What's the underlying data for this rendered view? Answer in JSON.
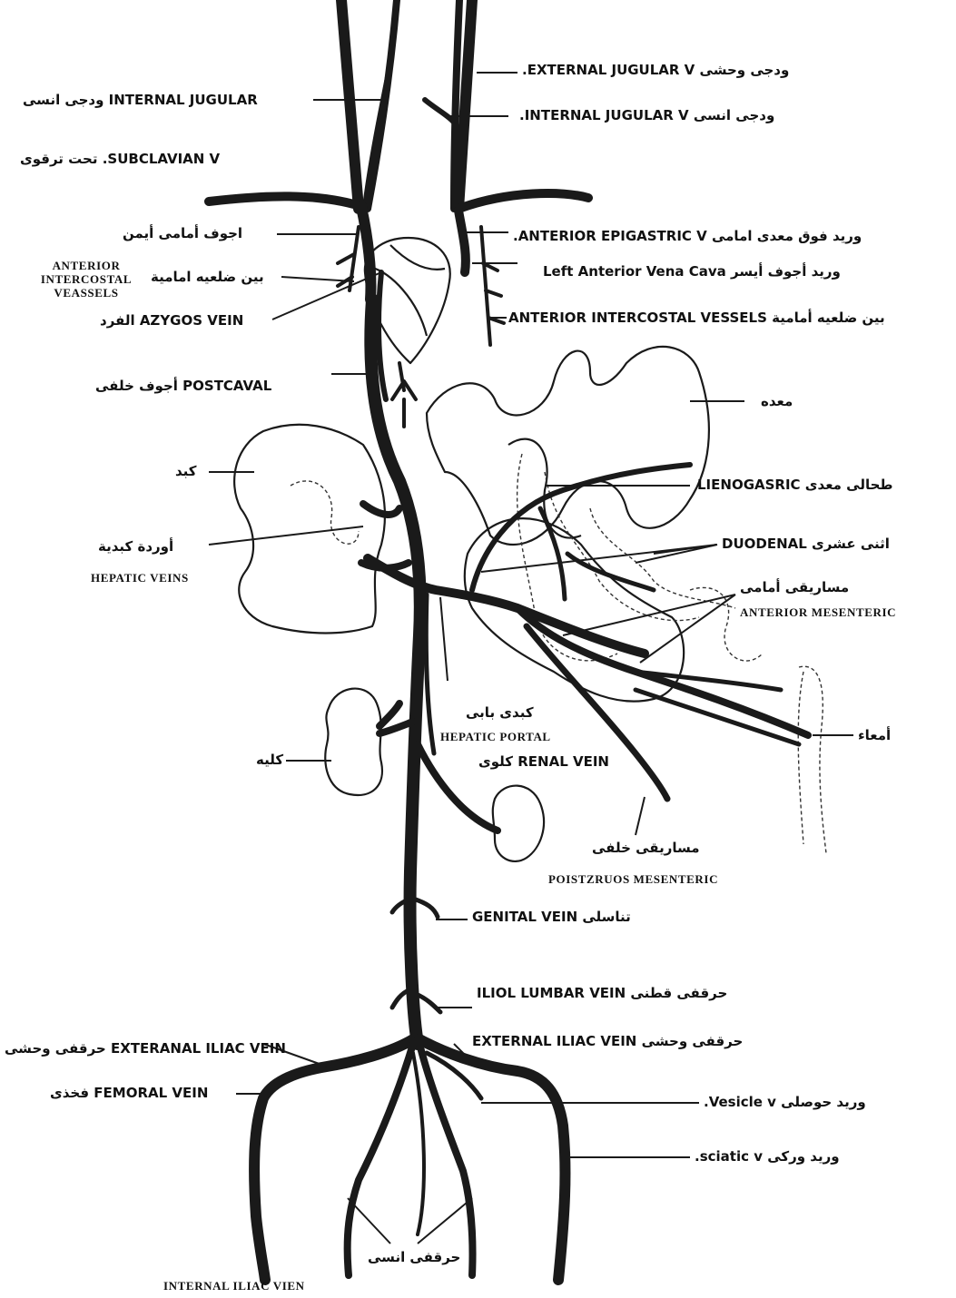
{
  "labels": {
    "external_jugular_right": "ودجی وحشی EXTERNAL JUGULAR V.",
    "internal_jugular_left": "INTERNAL JUGULAR ودجی انسی",
    "internal_jugular_right": "ودجی انسی INTERNAL JUGULAR V.",
    "subclavian": "SUBCLAVIAN V. تحت ترقوی",
    "anterior_vena_cava_right": "اجوف أمامی أیمن",
    "anterior_epigastric": "ورید فوق معدی امامی ANTERIOR EPIGASTRIC V.",
    "left_anterior_vena_cava": "ورید أجوف أیسر Left Anterior Vena Cava",
    "anterior_intercostal_en": "ANTERIOR INTERCOSTAL VEASSELS",
    "anterior_intercostal_ar": "بین ضلعیه امامیة",
    "azygos": "AZYGOS VEIN الفرد",
    "anterior_intercostal_vessels_right": "بین ضلعیه أمامیة ANTERIOR INTERCOSTAL VESSELS",
    "postcaval": "POSTCAVAL أجوف خلفی",
    "stomach": "معده",
    "liver": "کبد",
    "lienogastric": "طحالی معدی LIENOGASRIC",
    "hepatic_veins_ar": "أوردة کبدیة",
    "hepatic_veins_en": "HEPATIC VEINS",
    "duodenal": "اثنی عشری DUODENAL",
    "anterior_mesenteric_ar": "مساریقی أمامی",
    "anterior_mesenteric_en": "ANTERIOR MESENTERIC",
    "hepatic_portal_ar": "کبدی بابی",
    "hepatic_portal_en": "HEPATIC PORTAL",
    "intestines": "أمعاء",
    "kidney": "کلیه",
    "renal_vein": "RENAL VEIN کلوی",
    "posterior_mesenteric_ar": "مساریقی خلفی",
    "posterior_mesenteric_en": "POISTZRUOS MESENTERIC",
    "genital_vein": "تناسلی GENITAL VEIN",
    "iliolumbar": "حرقفی قطنی ILIOL LUMBAR VEIN",
    "external_iliac_left": "EXTERANAL ILIAC VEIN حرقفی وحشی",
    "external_iliac_right": "حرقفی وحشی EXTERNAL ILIAC VEIN",
    "femoral": "FEMORAL VEIN فخذی",
    "vesicle": "ورید حوصلی Vesicle v.",
    "sciatic": "ورید ورکی sciatic v.",
    "internal_iliac_ar": "حرقفی انسی",
    "internal_iliac_en": "INTERNAL ILIAC VIEN"
  }
}
